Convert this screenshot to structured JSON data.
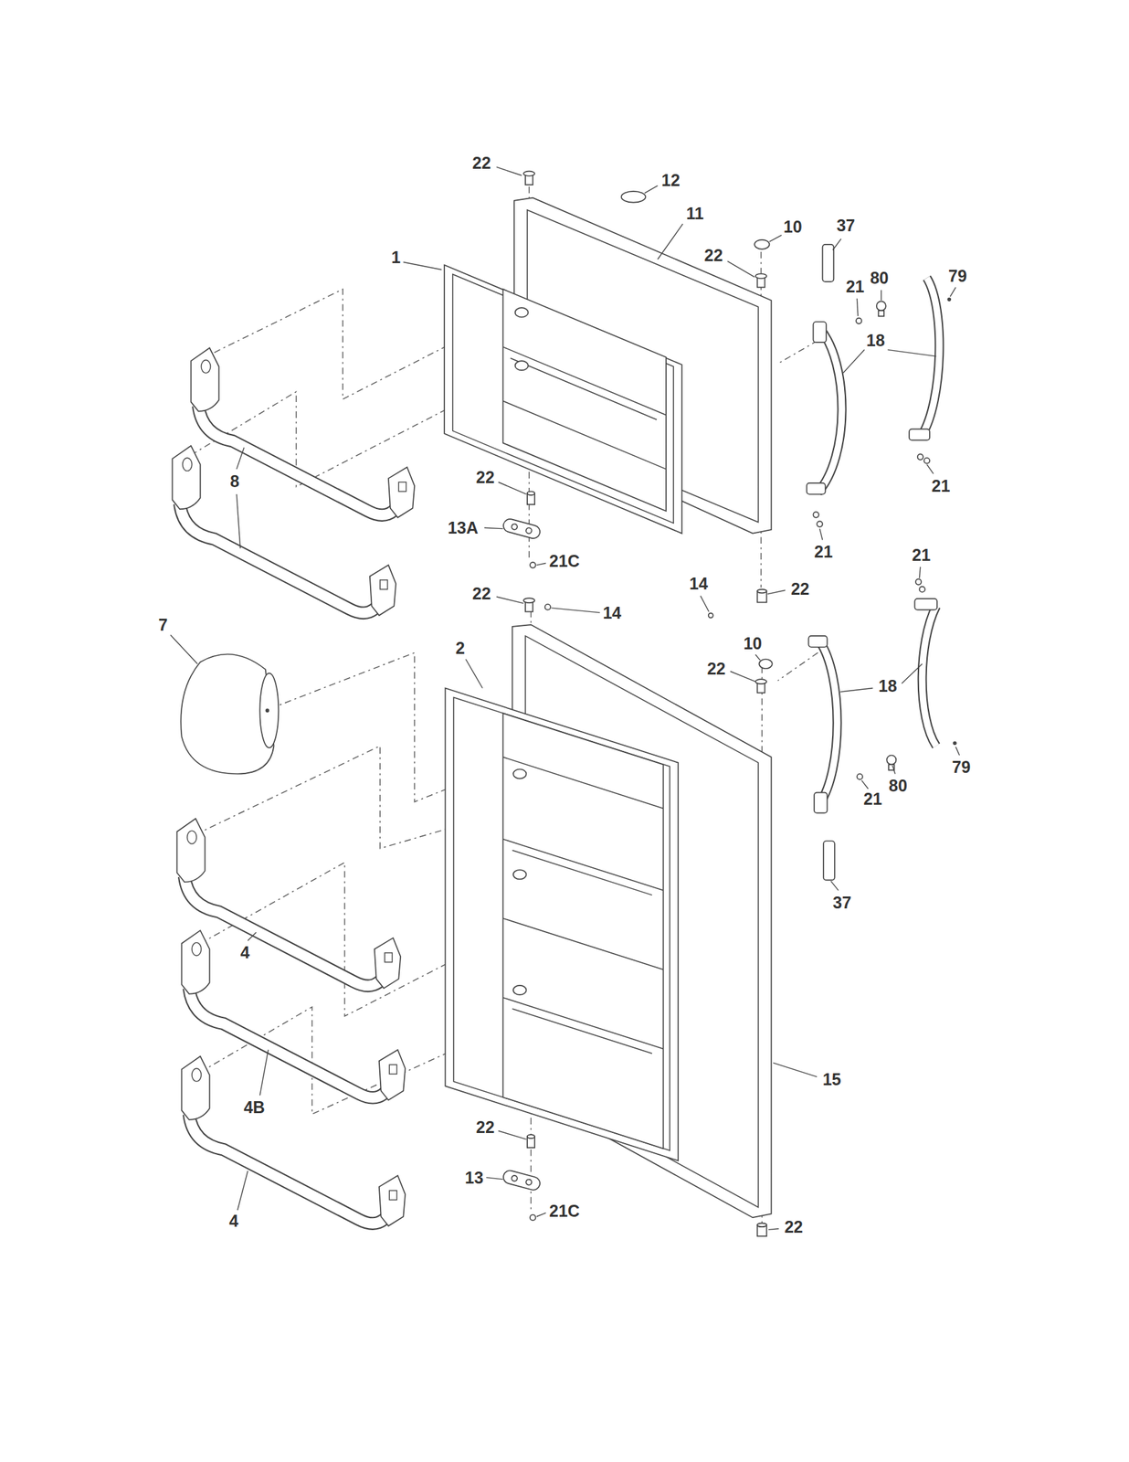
{
  "diagram": {
    "labels": [
      "22",
      "12",
      "11",
      "37",
      "10",
      "1",
      "22",
      "80",
      "79",
      "21",
      "18",
      "8",
      "21",
      "22",
      "13A",
      "21C",
      "21",
      "22",
      "21",
      "22",
      "14",
      "14",
      "7",
      "2",
      "10",
      "22",
      "18",
      "80",
      "21",
      "79",
      "37",
      "4",
      "15",
      "4B",
      "22",
      "13",
      "21C",
      "4",
      "22"
    ]
  }
}
